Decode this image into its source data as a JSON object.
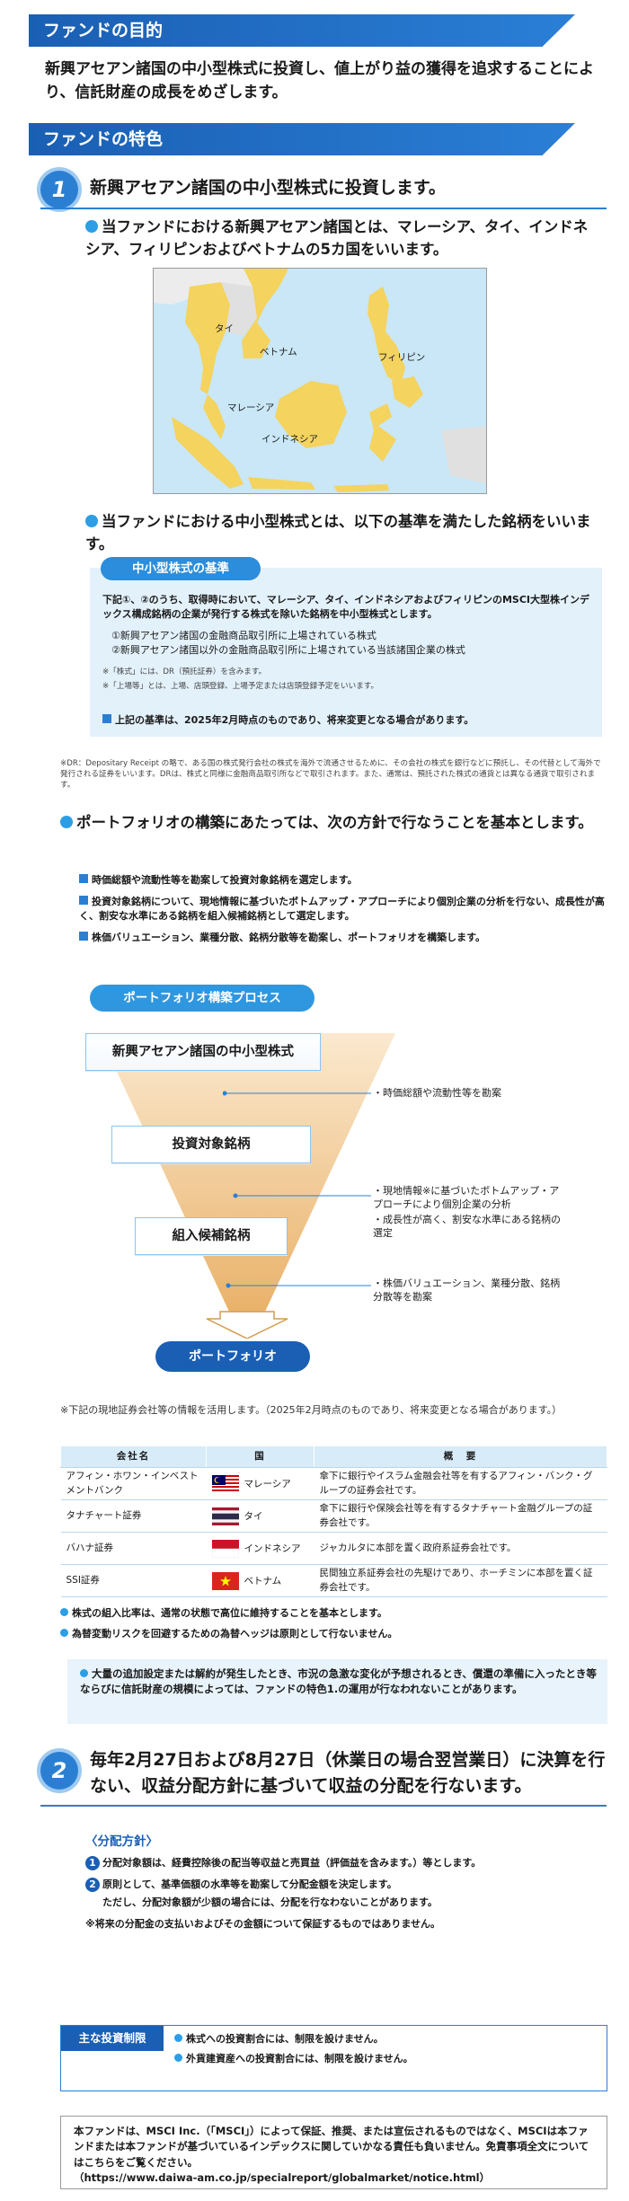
{
  "purpose": {
    "banner": "ファンドの目的",
    "text": "新興アセアン諸国の中小型株式に投資し、値上がり益の獲得を追求することにより、信託財産の成長をめざします。"
  },
  "features": {
    "banner": "ファンドの特色",
    "point1": {
      "number": "1",
      "title": "新興アセアン諸国の中小型株式に投資します。",
      "countries_text": "当ファンドにおける新興アセアン諸国とは、マレーシア、タイ、インドネシア、フィリピンおよびベトナムの5カ国をいいます。",
      "map_labels": {
        "thailand": "タイ",
        "vietnam": "ベトナム",
        "philippines": "フィリピン",
        "malaysia": "マレーシア",
        "indonesia": "インドネシア"
      },
      "smallmid_text": "当ファンドにおける中小型株式とは、以下の基準を満たした銘柄をいいます。",
      "criteria": {
        "tag": "中小型株式の基準",
        "body": "下記①、②のうち、取得時において、マレーシア、タイ、インドネシアおよびフィリピンのMSCI大型株インデックス構成銘柄の企業が発行する株式を除いた銘柄を中小型株式とします。",
        "item1": "①新興アセアン諸国の金融商品取引所に上場されている株式",
        "item2": "②新興アセアン諸国以外の金融商品取引所に上場されている当該諸国企業の株式",
        "note1": "※「株式」には、DR（預託証券）を含みます。",
        "note2": "※「上場等」とは、上場、店頭登録、上場予定または店頭登録予定をいいます。",
        "basis": "上記の基準は、2025年2月時点のものであり、将来変更となる場合があります。"
      },
      "dr_note": "※DR：Depositary Receipt の略で、ある国の株式発行会社の株式を海外で流通させるために、その会社の株式を銀行などに預託し、その代替として海外で発行される証券をいいます。DRは、株式と同様に金融商品取引所などで取引されます。また、通常は、預託された株式の通貨とは異なる通貨で取引されます。",
      "portfolio_text": "ポートフォリオの構築にあたっては、次の方針で行なうことを基本とします。",
      "policies": [
        "時価総額や流動性等を勘案して投資対象銘柄を選定します。",
        "投資対象銘柄について、現地情報に基づいたボトムアップ・アプローチにより個別企業の分析を行ない、成長性が高く、割安な水準にある銘柄を組入候補銘柄として選定します。",
        "株価バリュエーション、業種分散、銘柄分散等を勘案し、ポートフォリオを構築します。"
      ],
      "process": {
        "tag": "ポートフォリオ構築プロセス",
        "step1": "新興アセアン諸国の中小型株式",
        "step2": "投資対象銘柄",
        "step3": "組入候補銘柄",
        "step4": "ポートフォリオ",
        "note1": "・時価総額や流動性等を勘案",
        "note2a": "・現地情報※に基づいたボトムアップ・アプローチにより個別企業の分析",
        "note2b": "・成長性が高く、割安な水準にある銘柄の選定",
        "note3": "・株価バリュエーション、業種分散、銘柄分散等を勘案"
      },
      "firms_note": "※下記の現地証券会社等の情報を活用します。（2025年2月時点のものであり、将来変更となる場合があります。）",
      "firms_header": {
        "name": "会社名",
        "country": "国",
        "summary": "概　要"
      },
      "firms": [
        {
          "name": "アフィン・ホワン・インベストメントバンク",
          "country": "マレーシア",
          "flag": "malaysia",
          "summary": "傘下に銀行やイスラム金融会社等を有するアフィン・バンク・グループの証券会社です。"
        },
        {
          "name": "タナチャート証券",
          "country": "タイ",
          "flag": "thailand",
          "summary": "傘下に銀行や保険会社等を有するタナチャート金融グループの証券会社です。"
        },
        {
          "name": "バハナ証券",
          "country": "インドネシア",
          "flag": "indonesia",
          "summary": "ジャカルタに本部を置く政府系証券会社です。"
        },
        {
          "name": "SSI証券",
          "country": "ベトナム",
          "flag": "vietnam",
          "summary": "民間独立系証券会社の先駆けであり、ホーチミンに本部を置く証券会社です。"
        }
      ],
      "stock_ratio": "株式の組入比率は、通常の状態で高位に維持することを基本とします。",
      "hedge": "為替変動リスクを回避するための為替ヘッジは原則として行ないません。",
      "special_note": "大量の追加設定または解約が発生したとき、市況の急激な変化が予想されるとき、償還の準備に入ったとき等ならびに信託財産の規模によっては、ファンドの特色1.の運用が行なわれないことがあります。"
    },
    "point2": {
      "number": "2",
      "title": "毎年2月27日および8月27日（休業日の場合翌営業日）に決算を行ない、収益分配方針に基づいて収益の分配を行ないます。",
      "policy_heading": "〈分配方針〉",
      "policy1": "分配対象額は、経費控除後の配当等収益と売買益（評価益を含みます。）等とします。",
      "policy2a": "原則として、基準価額の水準等を勘案して分配金額を決定します。",
      "policy2b": "ただし、分配対象額が少額の場合には、分配を行なわないことがあります。",
      "policy_note": "※将来の分配金の支払いおよびその金額について保証するものではありません。"
    }
  },
  "limits": {
    "tag": "主な投資制限",
    "item1": "株式への投資割合には、制限を設けません。",
    "item2": "外貨建資産への投資割合には、制限を設けません。"
  },
  "disclaimer": {
    "text": "本ファンドは、MSCI Inc.（「MSCI」）によって保証、推奨、または宣伝されるものではなく、MSCIは本ファンドまたは本ファンドが基づいているインデックスに関していかなる責任も負いません。免責事項全文についてはこちらをご覧ください。",
    "url": "（https://www.daiwa-am.co.jp/specialreport/globalmarket/notice.html）"
  }
}
